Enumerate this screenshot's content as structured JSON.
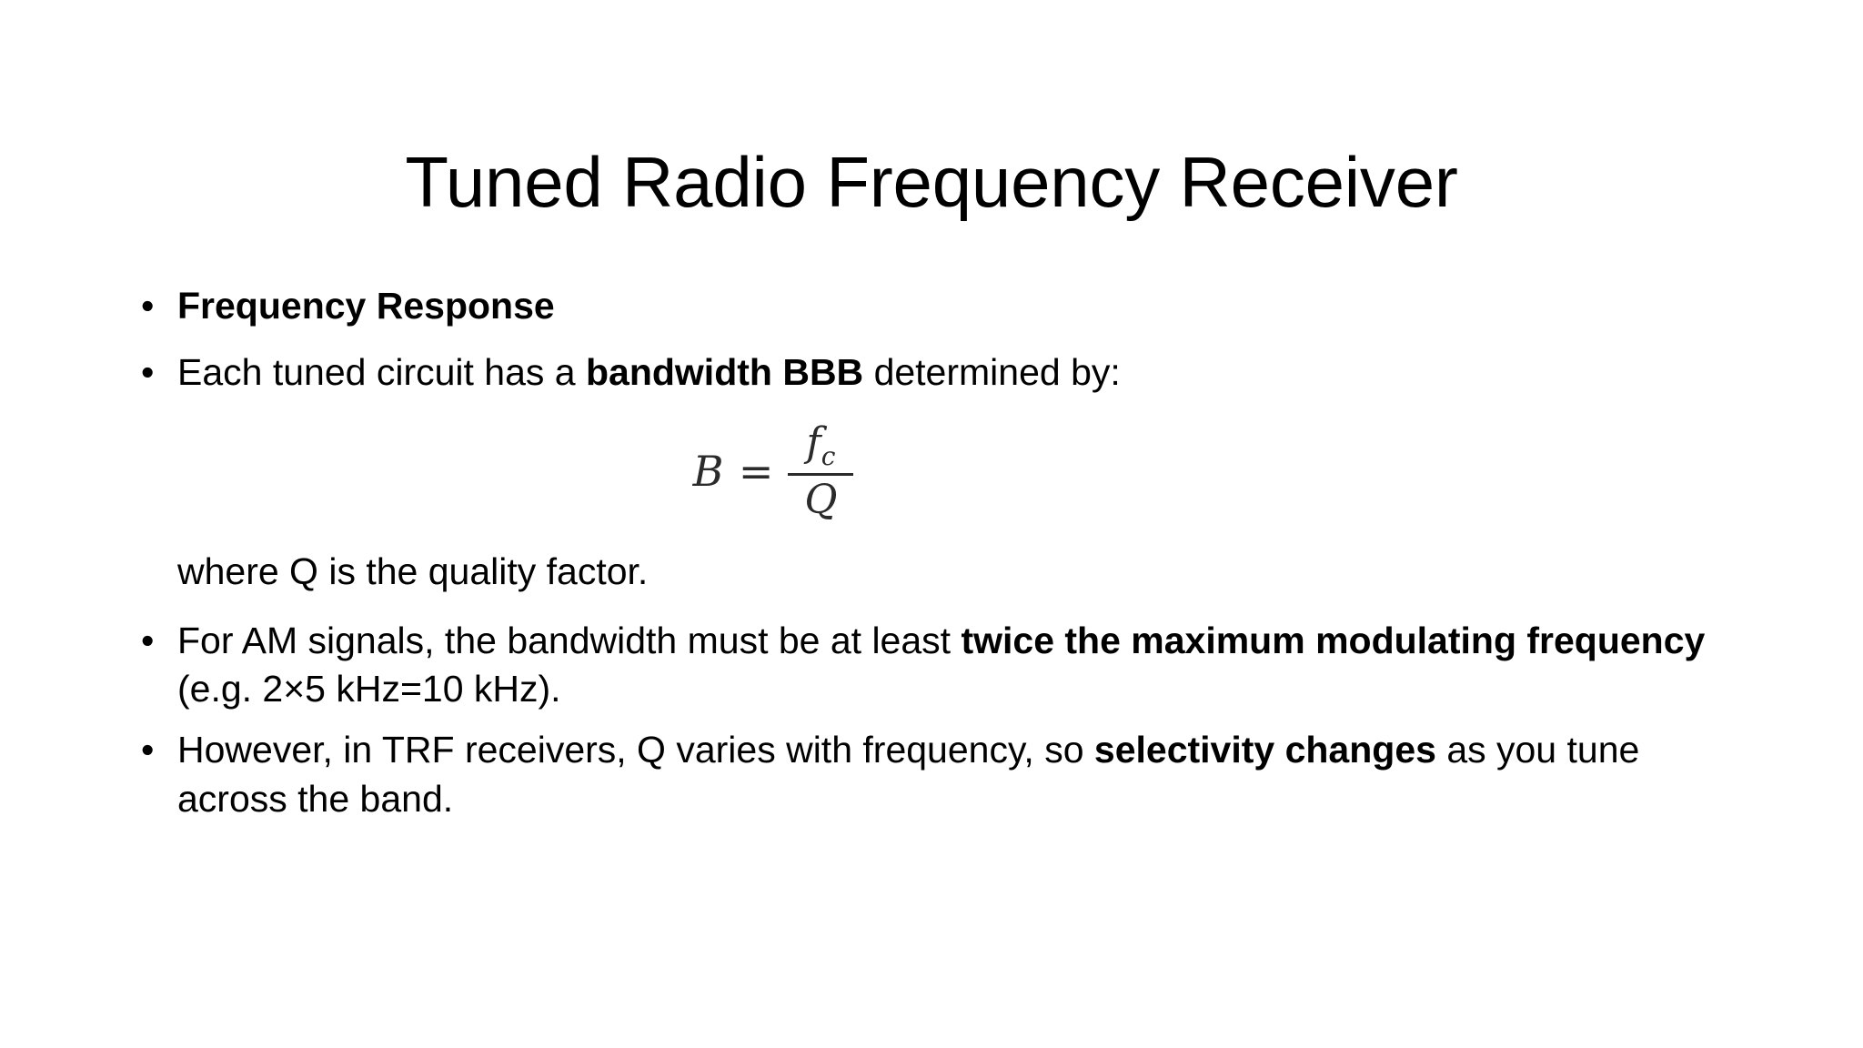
{
  "slide": {
    "title": "Tuned Radio Frequency Receiver",
    "background_color": "#ffffff",
    "text_color": "#000000",
    "bullet_glyph": "•",
    "bullets": [
      {
        "name": "frequency-response",
        "runs": [
          {
            "text": "Frequency Response",
            "bold": true
          }
        ]
      },
      {
        "name": "bandwidth-definition",
        "runs": [
          {
            "text": "Each tuned circuit has a ",
            "bold": false
          },
          {
            "text": "bandwidth BBB",
            "bold": true
          },
          {
            "text": " determined by:",
            "bold": false
          }
        ]
      },
      {
        "name": "am-bandwidth",
        "runs": [
          {
            "text": "For AM signals, the bandwidth must be at least ",
            "bold": false
          },
          {
            "text": "twice the maximum modulating frequency",
            "bold": true
          },
          {
            "text": " (e.g. 2×5 kHz=10 kHz).",
            "bold": false
          }
        ]
      },
      {
        "name": "trf-selectivity",
        "runs": [
          {
            "text": "However, in TRF receivers, Q varies with frequency, so ",
            "bold": false
          },
          {
            "text": "selectivity changes",
            "bold": true
          },
          {
            "text": " as you tune across the band.",
            "bold": false
          }
        ]
      }
    ],
    "formula": {
      "alt": "B = f_c / Q",
      "lhs": "B",
      "equals": "=",
      "numerator": "f",
      "numerator_subscript": "c",
      "denominator": "Q",
      "color": "#2b2b2b"
    },
    "note": "where Q is the quality factor."
  }
}
